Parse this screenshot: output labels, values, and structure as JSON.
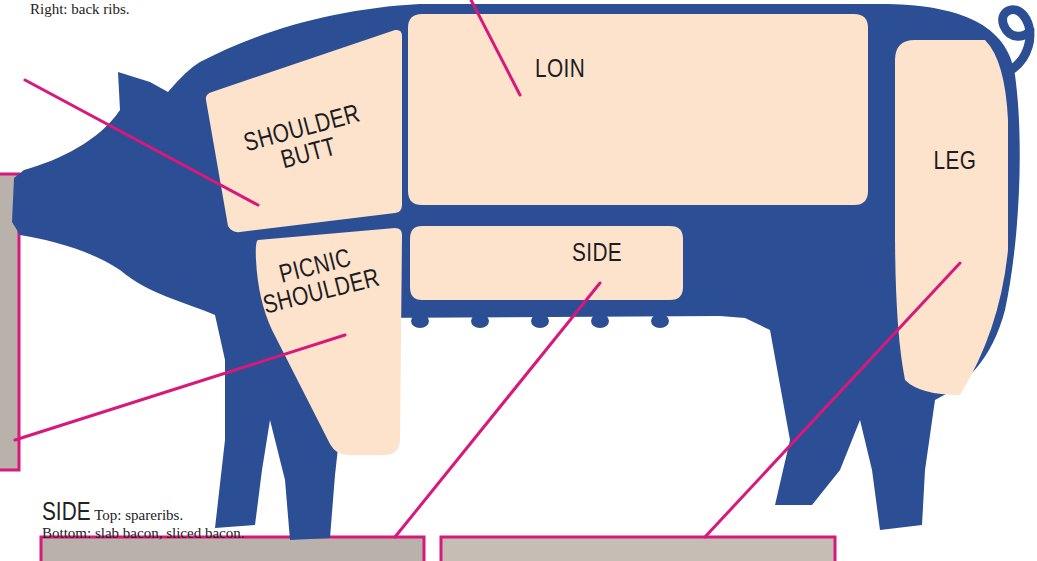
{
  "diagram": {
    "nodes": [
      {
        "text": [
          "SHOULDER BUTT"
        ]
      },
      {
        "text": [
          "LOIN"
        ]
      },
      {
        "text": [
          "PICNIC SHOULDER"
        ]
      },
      {
        "text": [
          "SIDE"
        ]
      },
      {
        "text": [
          "LEG"
        ]
      }
    ],
    "labels": [
      "Right: back ribs.",
      "SIDE",
      "Top: spareribs.",
      "Bottom: slab bacon, sliced bacon."
    ]
  }
}
